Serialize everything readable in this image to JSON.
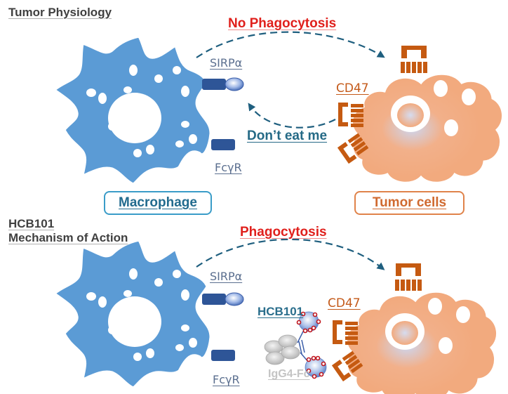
{
  "top_panel": {
    "section_title": "Tumor Physiology",
    "outcome_label": "No Phagocytosis",
    "signal_label": "Don’t eat me",
    "receptor_labels": {
      "sirpa": "SIRPα",
      "fcgr": "FcγR",
      "cd47": "CD47"
    }
  },
  "cell_labels": {
    "macrophage": "Macrophage",
    "tumor": "Tumor cells"
  },
  "bottom_panel": {
    "section_title_line1": "HCB101",
    "section_title_line2": "Mechanism of Action",
    "outcome_label": "Phagocytosis",
    "drug_label": "HCB101",
    "fc_label": "IgG4-Fc",
    "receptor_labels": {
      "sirpa": "SIRPα",
      "fcgr": "FcγR",
      "cd47": "CD47"
    }
  },
  "colors": {
    "macrophage": "#5b9bd5",
    "receptor": "#2e5597",
    "tumor": "#f2aa7e",
    "cd47": "#c55a11",
    "arrow": "#1f5f7f",
    "outcome_red": "#e0201c"
  }
}
